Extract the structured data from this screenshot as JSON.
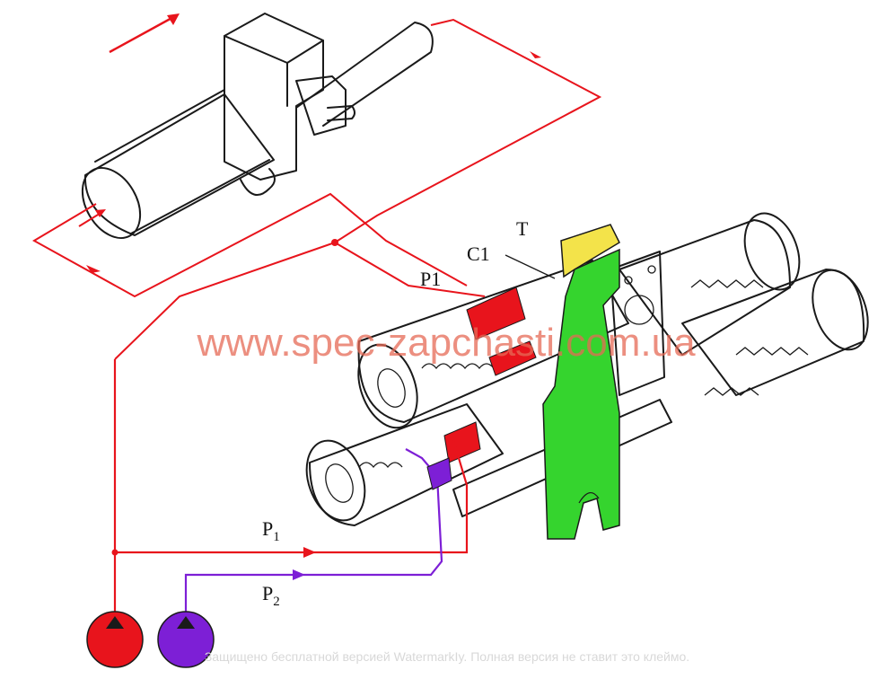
{
  "labels": {
    "t": "T",
    "c1": "C1",
    "p1_upper": "P1",
    "p1_lower_main": "P",
    "p1_lower_sub": "1",
    "p2_main": "P",
    "p2_sub": "2"
  },
  "watermark": {
    "site": "www.spec-zapchasti.com.ua",
    "notice": "Защищено бесплатной версией WatermarkIy. Полная версия не ставит это клеймо."
  },
  "colors": {
    "pressure_p1": "#e8141c",
    "pressure_p2": "#7d1fd6",
    "highlight_t": "#f3e34a",
    "shift_fork": "#35d42e",
    "outline": "#1a1a1a"
  }
}
